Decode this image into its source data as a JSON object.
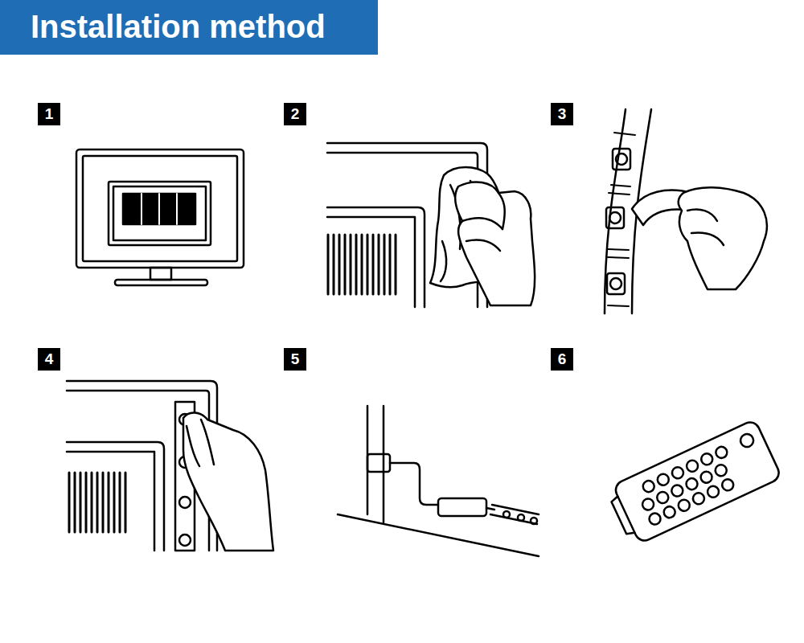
{
  "diagram": {
    "title": "Installation method",
    "labels": [
      "1",
      "2",
      "3",
      "4",
      "5",
      "6"
    ]
  }
}
